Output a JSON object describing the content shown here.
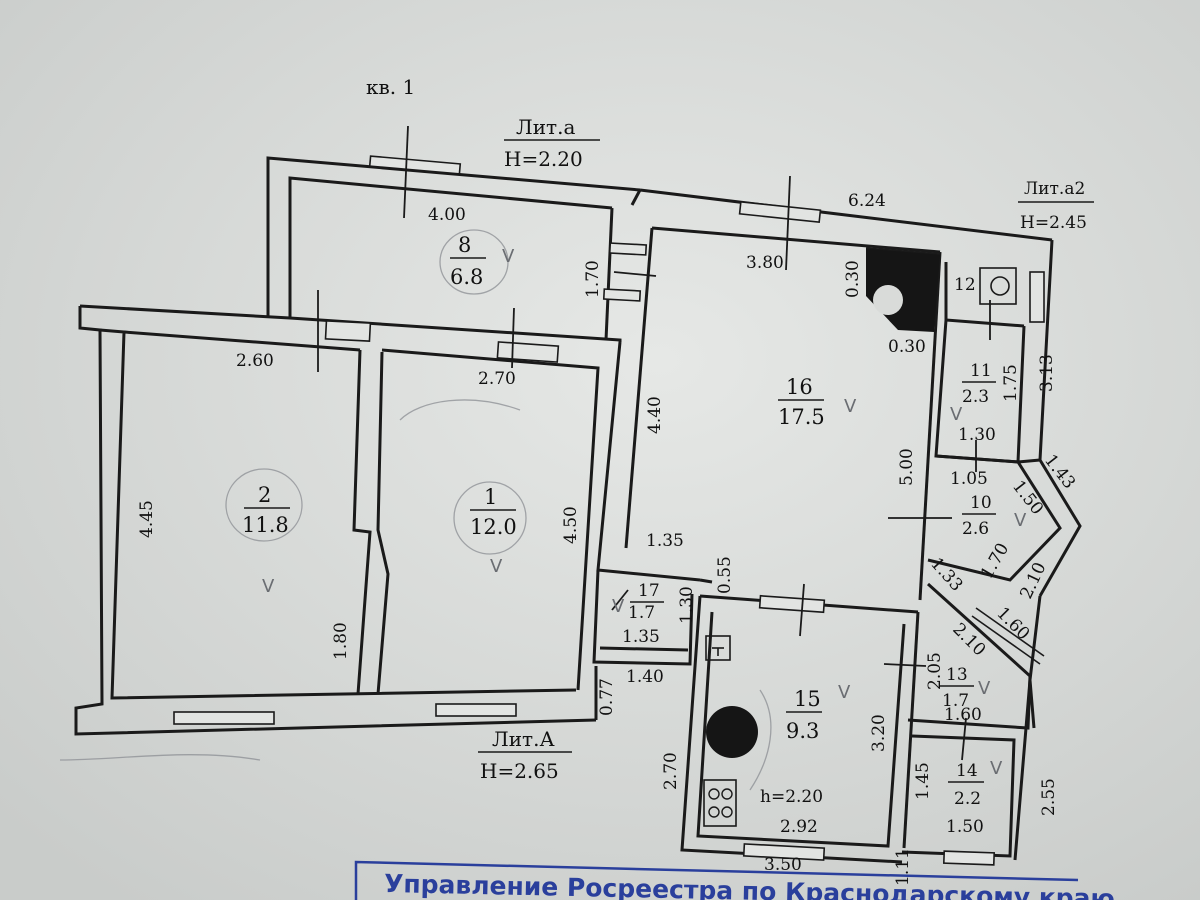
{
  "header": {
    "apartment_label": "кв. 1"
  },
  "liters": {
    "a": {
      "name": "Лит.а",
      "height": "H=2.20"
    },
    "a2": {
      "name": "Лит.а2",
      "height": "H=2.45"
    },
    "A": {
      "name": "Лит.А",
      "height": "H=2.65"
    }
  },
  "rooms": {
    "r8": {
      "num": "8",
      "area": "6.8"
    },
    "r2": {
      "num": "2",
      "area": "11.8"
    },
    "r1": {
      "num": "1",
      "area": "12.0"
    },
    "r16": {
      "num": "16",
      "area": "17.5"
    },
    "r12": {
      "num": "12",
      "area": ""
    },
    "r11": {
      "num": "11",
      "area": "2.3"
    },
    "r10": {
      "num": "10",
      "area": "2.6"
    },
    "r17": {
      "num": "17",
      "area": "1.7"
    },
    "r15": {
      "num": "15",
      "area": "9.3"
    },
    "r13": {
      "num": "13",
      "area": "1.7"
    },
    "r14": {
      "num": "14",
      "area": "2.2"
    }
  },
  "kitchen_height": "h=2.20",
  "dimensions": {
    "d_4_00": "4.00",
    "d_1_70": "1.70",
    "d_6_24": "6.24",
    "d_3_80": "3.80",
    "d_0_30a": "0.30",
    "d_0_30b": "0.30",
    "d_2_60": "2.60",
    "d_2_70a": "2.70",
    "d_4_40": "4.40",
    "d_4_45": "4.45",
    "d_4_50": "4.50",
    "d_1_80": "1.80",
    "d_5_00": "5.00",
    "d_1_75": "1.75",
    "d_3_13": "3.13",
    "d_1_30a": "1.30",
    "d_1_05": "1.05",
    "d_1_43": "1.43",
    "d_1_50a": "1.50",
    "d_1_70b": "1.70",
    "d_1_33": "1.33",
    "d_2_10a": "2.10",
    "d_1_35a": "1.35",
    "d_0_55": "0.55",
    "d_1_30b": "1.30",
    "d_1_35b": "1.35",
    "d_1_40": "1.40",
    "d_0_77": "0.77",
    "d_1_60a": "1.60",
    "d_2_10b": "2.10",
    "d_2_05": "2.05",
    "d_1_60b": "1.60",
    "d_3_20": "3.20",
    "d_1_45": "1.45",
    "d_2_55": "2.55",
    "d_2_70b": "2.70",
    "d_2_92": "2.92",
    "d_1_50b": "1.50",
    "d_3_50": "3.50",
    "d_1_11": "1.11"
  },
  "stamp": {
    "text": "Управление Росреестра по Краснодарскому краю"
  },
  "colors": {
    "paper": "#d9dbd9",
    "ink": "#1a1a1a",
    "stamp": "#2a3f9c",
    "pencil": "#8b8e93"
  }
}
